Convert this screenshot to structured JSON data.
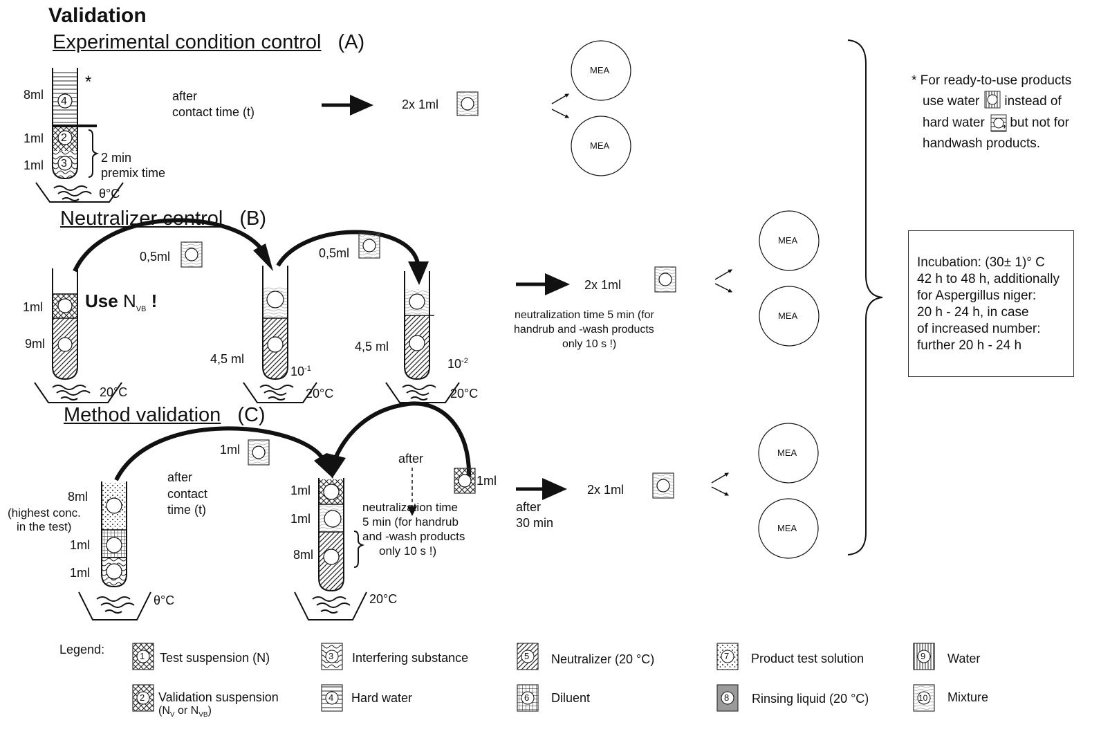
{
  "title": "Validation",
  "sections": {
    "a": {
      "title": "Experimental condition control",
      "tag": "(A)"
    },
    "b": {
      "title": "Neutralizer control",
      "tag": "(B)"
    },
    "c": {
      "title": "Method validation",
      "tag": "(C)"
    }
  },
  "a": {
    "vol_8": "8ml",
    "vol_1a": "1ml",
    "vol_1b": "1ml",
    "asterisk": "*",
    "premix_1": "2 min",
    "premix_2": "premix time",
    "temp": "θ°C",
    "after_1": "after",
    "after_2": "contact time (t)",
    "transfer": "2x 1ml",
    "tube_nums": [
      "4",
      "2",
      "3"
    ]
  },
  "b": {
    "vol_1": "1ml",
    "vol_9": "9ml",
    "use_bold": "Use",
    "use_n": "N",
    "use_sub": "VB",
    "use_excl": "!",
    "add_1": "0,5ml",
    "add_2": "0,5ml",
    "vol_45a": "4,5 ml",
    "vol_45b": "4,5 ml",
    "dil_1_base": "10",
    "dil_1_exp": "-1",
    "dil_2_base": "10",
    "dil_2_exp": "-2",
    "temp_1": "20°C",
    "temp_2": "20°C",
    "temp_3": "20°C",
    "transfer": "2x 1ml",
    "neut_1": "neutralization time 5 min (for",
    "neut_2": "handrub and -wash products",
    "neut_3": "only 10 s !)"
  },
  "c": {
    "add": "1ml",
    "vol_8": "8ml",
    "conc_1": "(highest conc.",
    "conc_2": "in the test)",
    "vol_1a": "1ml",
    "vol_1b": "1ml",
    "temp_1": "θ°C",
    "after_1": "after",
    "after_2": "contact",
    "after_3": "time (t)",
    "t2_vol_1a": "1ml",
    "t2_vol_1b": "1ml",
    "t2_vol_8": "8ml",
    "temp_2": "20°C",
    "after_dash": "after",
    "neut_1": "neutralization time",
    "neut_2": "5 min (for handrub",
    "neut_3": "and -wash products",
    "neut_4": "only 10 s !)",
    "susp_vol": "1ml",
    "after_30_1": "after",
    "after_30_2": "30 min",
    "transfer": "2x 1ml"
  },
  "plate_label": "MEA",
  "note": {
    "line1": "* For ready-to-use products",
    "line2a": "use water",
    "line2b": "instead of",
    "line3a": "hard water",
    "line3b": ", but not for",
    "line4": "handwash products."
  },
  "incubation": {
    "line1": "Incubation: (30± 1)° C",
    "line2": "42 h to 48 h, additionally",
    "line3": "for Aspergillus niger:",
    "line4": "20 h - 24 h, in case",
    "line5": "of increased number:",
    "line6": "further 20 h - 24 h"
  },
  "legend": {
    "label": "Legend:",
    "items": [
      {
        "num": "1",
        "text": "Test suspension (N)",
        "pattern": "crosshatch"
      },
      {
        "num": "3",
        "text": "Interfering substance",
        "pattern": "wavy"
      },
      {
        "num": "5",
        "text": "Neutralizer  (20 °C)",
        "pattern": "diagonal"
      },
      {
        "num": "7",
        "text": "Product test solution",
        "pattern": "dots"
      },
      {
        "num": "9",
        "text": "Water",
        "pattern": "vertical"
      },
      {
        "num": "2",
        "text": "Validation suspension",
        "text2": "(N",
        "sub1": "V",
        "text3": " or N",
        "sub2": "VB",
        "text4": ")",
        "pattern": "crosshatch"
      },
      {
        "num": "4",
        "text": "Hard water",
        "pattern": "horizontal"
      },
      {
        "num": "6",
        "text": "Diluent",
        "pattern": "grid"
      },
      {
        "num": "8",
        "text": "Rinsing liquid  (20 °C)",
        "pattern": "gray"
      },
      {
        "num": "10",
        "text": "Mixture",
        "pattern": "wood"
      }
    ]
  },
  "colors": {
    "ink": "#111111",
    "rinse_gray": "#9a9a9a"
  }
}
